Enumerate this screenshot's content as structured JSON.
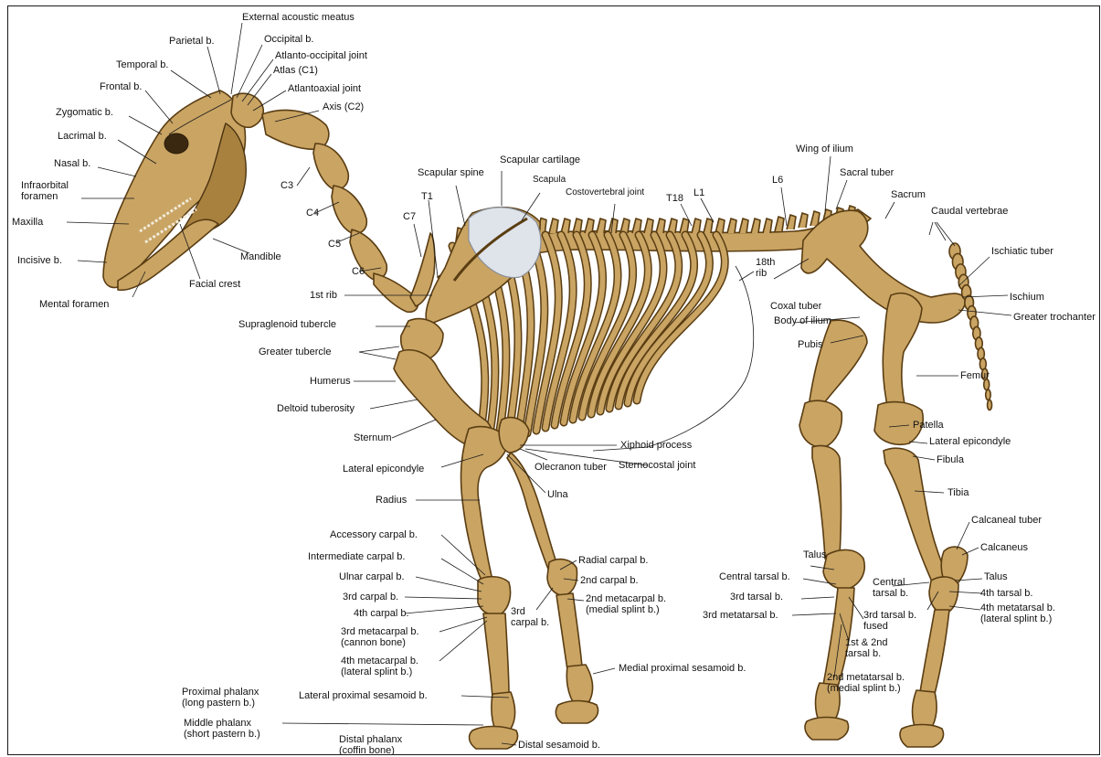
{
  "diagram": {
    "colors": {
      "bone": "#c9a463",
      "bone_outline": "#5a3d12",
      "cartilage": "#dfe3ea",
      "label_text": "#111111"
    },
    "labels": {
      "external_acoustic_meatus": "External acoustic meatus",
      "parietal_b": "Parietal b.",
      "occipital_b": "Occipital b.",
      "atlanto_occipital_joint": "Atlanto-occipital joint",
      "temporal_b": "Temporal b.",
      "atlas_c1": "Atlas (C1)",
      "frontal_b": "Frontal b.",
      "atlantoaxial_joint": "Atlantoaxial joint",
      "axis_c2": "Axis (C2)",
      "zygomatic_b": "Zygomatic b.",
      "lacrimal_b": "Lacrimal b.",
      "nasal_b": "Nasal b.",
      "infraorbital_foramen": "Infraorbital\nforamen",
      "maxilla": "Maxilla",
      "incisive_b": "Incisive b.",
      "mental_foramen": "Mental foramen",
      "mandible": "Mandible",
      "facial_crest": "Facial crest",
      "c3": "C3",
      "c4": "C4",
      "c5": "C5",
      "c6": "C6",
      "c7": "C7",
      "t1": "T1",
      "scapular_spine": "Scapular spine",
      "scapular_cartilage": "Scapular cartilage",
      "scapula": "Scapula",
      "costovertebral_joint": "Costovertebral joint",
      "t18": "T18",
      "l1": "L1",
      "l6": "L6",
      "wing_of_ilium": "Wing of ilium",
      "sacral_tuber": "Sacral tuber",
      "sacrum": "Sacrum",
      "caudal_vertebrae": "Caudal vertebrae",
      "ischiatic_tuber": "Ischiatic tuber",
      "rib_18th": "18th\nrib",
      "coxal_tuber": "Coxal tuber",
      "ischium": "Ischium",
      "body_of_ilium": "Body of ilium",
      "greater_trochanter": "Greater trochanter",
      "pubis": "Pubis",
      "femur": "Femur",
      "rib_1st": "1st rib",
      "supraglenoid_tubercle": "Supraglenoid tubercle",
      "greater_tubercle": "Greater tubercle",
      "humerus": "Humerus",
      "deltoid_tuberosity": "Deltoid tuberosity",
      "sternum": "Sternum",
      "xiphoid_process": "Xiphoid process",
      "olecranon_tuber": "Olecranon tuber",
      "sternocostal_joint": "Sternocostal joint",
      "lateral_epicondyle_fore": "Lateral epicondyle",
      "ulna": "Ulna",
      "radius": "Radius",
      "patella": "Patella",
      "lateral_epicondyle_hind": "Lateral epicondyle",
      "fibula": "Fibula",
      "tibia": "Tibia",
      "calcaneal_tuber": "Calcaneal tuber",
      "calcaneus": "Calcaneus",
      "accessory_carpal_b": "Accessory carpal b.",
      "intermediate_carpal_b": "Intermediate carpal b.",
      "radial_carpal_b": "Radial carpal b.",
      "ulnar_carpal_b": "Ulnar carpal b.",
      "carpal_2nd": "2nd carpal b.",
      "carpal_3rd_left": "3rd carpal b.",
      "carpal_4th": "4th carpal b.",
      "carpal_3rd_right": "3rd\ncarpal b.",
      "metacarpal_2nd": "2nd metacarpal b.\n(medial splint b.)",
      "metacarpal_3rd": "3rd metacarpal b.\n(cannon bone)",
      "metacarpal_4th": "4th metacarpal b.\n(lateral splint b.)",
      "talus_left": "Talus",
      "central_tarsal_left": "Central tarsal b.",
      "tarsal_3rd_left": "3rd tarsal b.",
      "metatarsal_3rd": "3rd metatarsal b.",
      "tarsal_3rd_fused": "3rd tarsal b.\nfused",
      "tarsal_1st_2nd": "1st & 2nd\ntarsal b.",
      "metatarsal_2nd": "2nd metatarsal b.\n(medial splint b.)",
      "central_tarsal_right": "Central\ntarsal b.",
      "talus_right": "Talus",
      "tarsal_4th": "4th tarsal b.",
      "metatarsal_4th": "4th metatarsal b.\n(lateral splint b.)",
      "medial_proximal_sesamoid": "Medial proximal sesamoid b.",
      "proximal_phalanx": "Proximal phalanx\n(long pastern b.)",
      "lateral_proximal_sesamoid": "Lateral proximal sesamoid b.",
      "middle_phalanx": "Middle phalanx\n(short pastern b.)",
      "distal_phalanx": "Distal phalanx\n(coffin bone)",
      "distal_sesamoid": "Distal sesamoid b."
    }
  }
}
